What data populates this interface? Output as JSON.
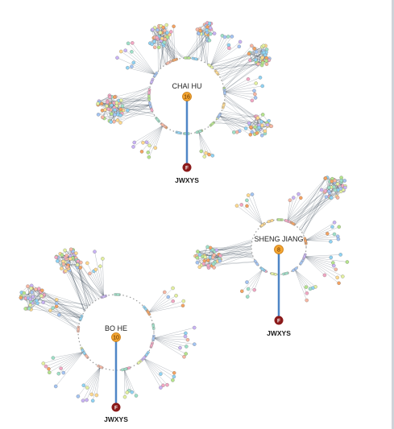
{
  "colors": {
    "background": "#ffffff",
    "stem": "#4f86c6",
    "badge_fill": "#f3a531",
    "formula_node": "#8b1a1a",
    "ring": "#9a9a9a",
    "edge": "#2b3a4a",
    "target_palette": [
      "#8fd3f4",
      "#f2a7c3",
      "#b5e48c",
      "#c9b3f5",
      "#ffd98e",
      "#9ee0c8",
      "#f7b7a3",
      "#a3c4f3",
      "#e4f1a0",
      "#f4a261"
    ]
  },
  "networks": [
    {
      "id": "chai-hu",
      "herb": "CHAI HU",
      "count": "16",
      "formula_node": "F",
      "formula": "JWXYS"
    },
    {
      "id": "sheng-jiang",
      "herb": "SHENG JIANG",
      "count": "8",
      "formula_node": "F",
      "formula": "JWXYS"
    },
    {
      "id": "bo-he",
      "herb": "BO HE",
      "count": "10",
      "formula_node": "F",
      "formula": "JWXYS"
    }
  ]
}
